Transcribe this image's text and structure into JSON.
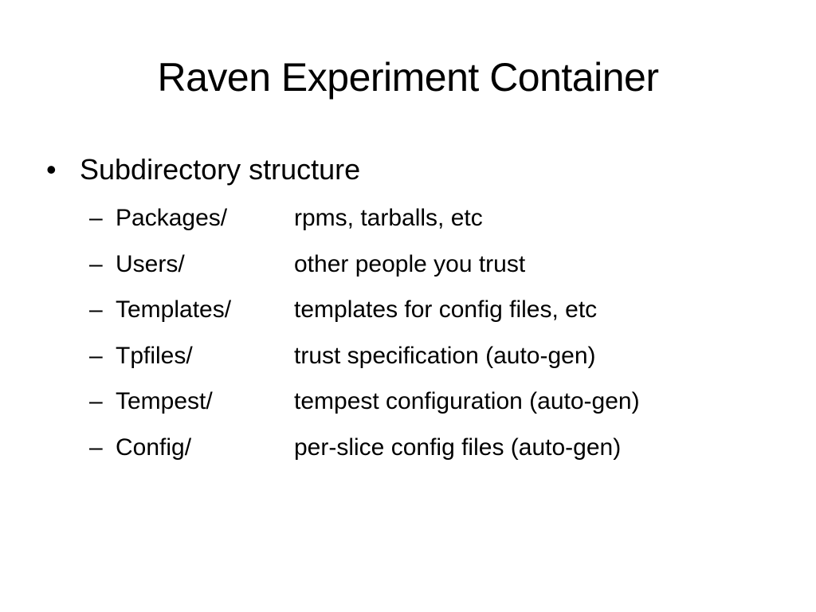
{
  "slide": {
    "title": "Raven Experiment Container",
    "bullet": {
      "marker": "•",
      "text": "Subdirectory structure"
    },
    "sub_marker": "–",
    "items": [
      {
        "name": "Packages/",
        "desc": "rpms, tarballs, etc"
      },
      {
        "name": "Users/",
        "desc": "other people you trust"
      },
      {
        "name": "Templates/",
        "desc": "templates for config files, etc"
      },
      {
        "name": "Tpfiles/",
        "desc": "trust specification (auto-gen)"
      },
      {
        "name": "Tempest/",
        "desc": "tempest configuration (auto-gen)"
      },
      {
        "name": "Config/",
        "desc": "per-slice config files (auto-gen)"
      }
    ]
  }
}
